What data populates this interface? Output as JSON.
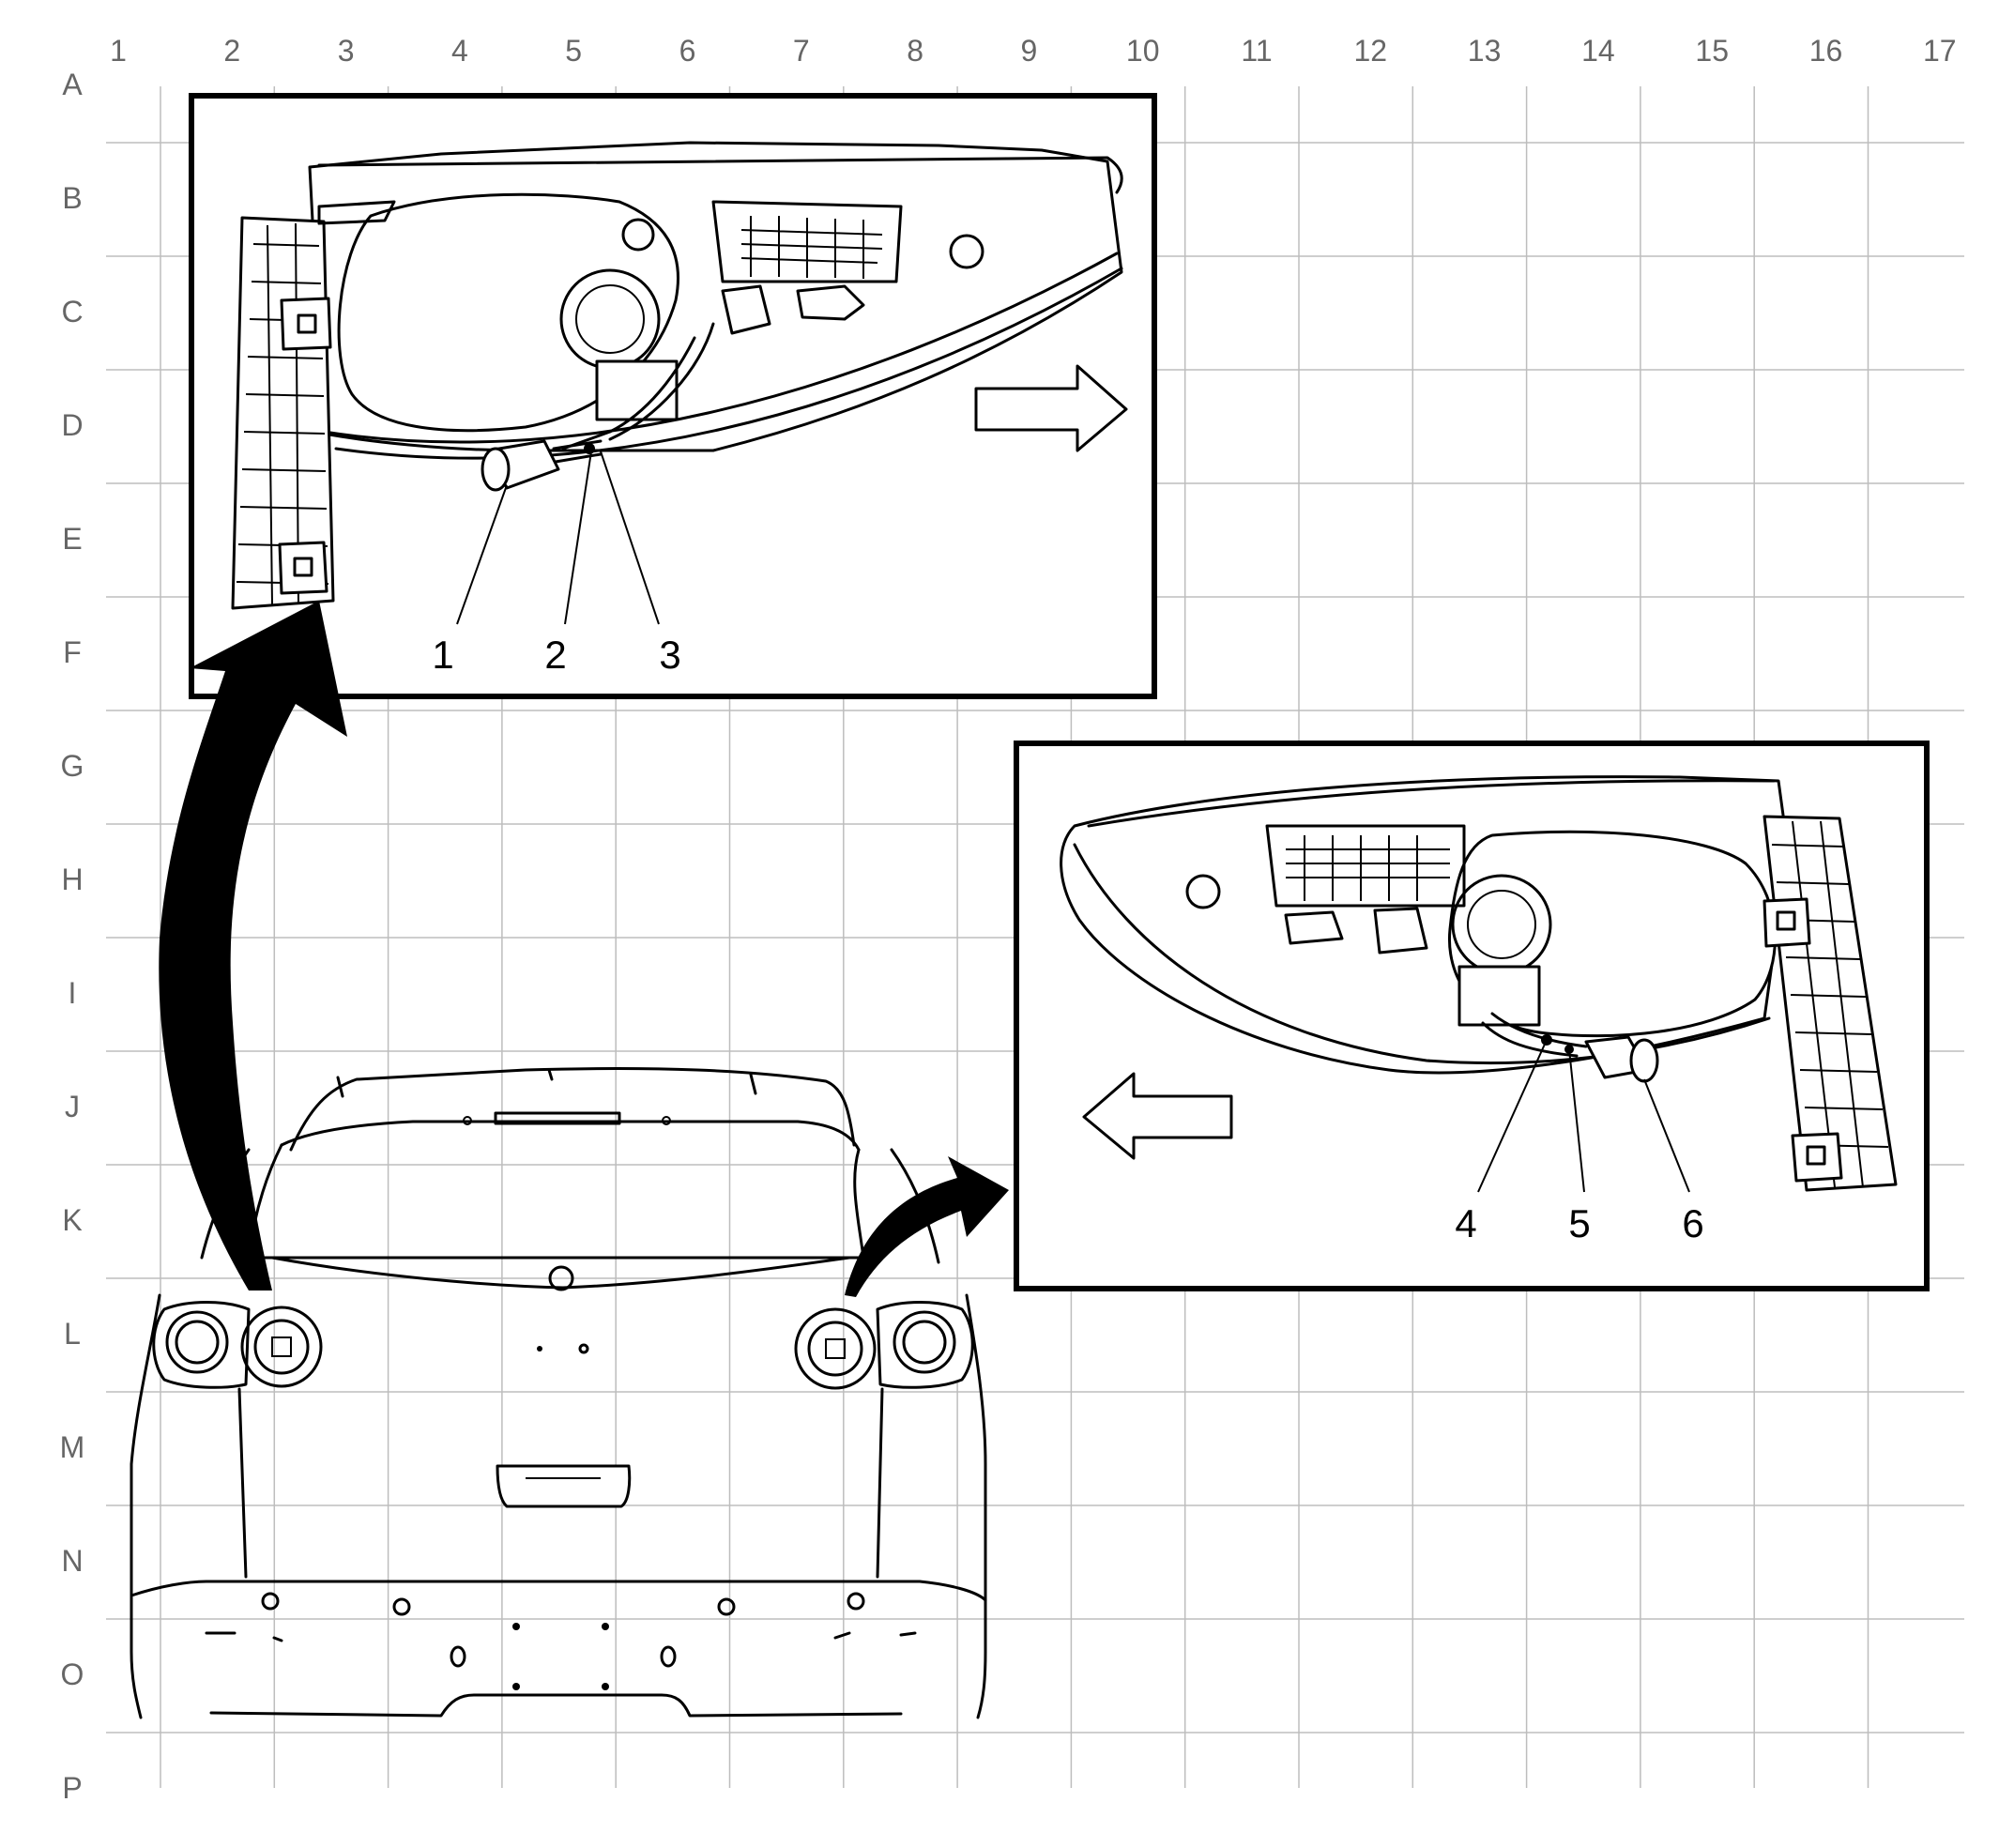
{
  "grid": {
    "columns": [
      "1",
      "2",
      "3",
      "4",
      "5",
      "6",
      "7",
      "8",
      "9",
      "10",
      "11",
      "12",
      "13",
      "14",
      "15",
      "16",
      "17"
    ],
    "rows": [
      "A",
      "B",
      "C",
      "D",
      "E",
      "F",
      "G",
      "H",
      "I",
      "J",
      "K",
      "L",
      "M",
      "N",
      "O",
      "P"
    ]
  },
  "callouts": {
    "left_detail": [
      "1",
      "2",
      "3"
    ],
    "right_detail": [
      "4",
      "5",
      "6"
    ]
  },
  "colors": {
    "grid_line": "#bdbdbd",
    "grid_label": "#666666",
    "ink": "#000000"
  },
  "icons": {
    "left_detail_direction": "arrow-right-icon",
    "right_detail_direction": "arrow-left-icon",
    "left_pointer": "curved-arrow-up-icon",
    "right_pointer": "curved-arrow-right-icon"
  }
}
